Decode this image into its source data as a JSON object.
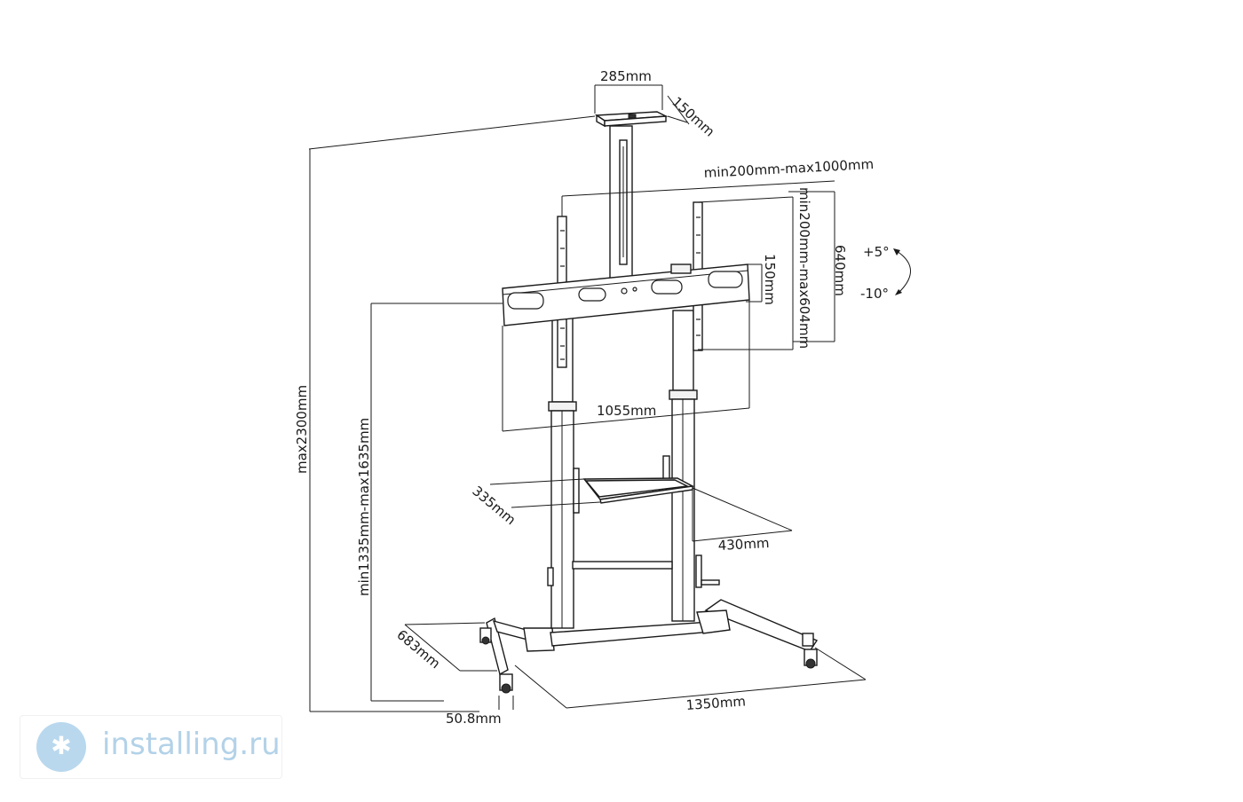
{
  "dimensions": {
    "tray_width": "285mm",
    "tray_depth": "150mm",
    "vesa_horizontal": "min200mm-max1000mm",
    "vesa_vertical": "min200mm-max604mm",
    "arm_height": "640mm",
    "tilt_up": "+5°",
    "tilt_down": "-10°",
    "slot_height": "150mm",
    "bracket_width": "1055mm",
    "max_height": "max2300mm",
    "mount_height": "min1335mm-max1635mm",
    "shelf_depth": "335mm",
    "shelf_width": "430mm",
    "base_depth": "683mm",
    "base_width": "1350mm",
    "pole_diameter": "50.8mm"
  },
  "watermark": {
    "text": "installing.ru"
  }
}
